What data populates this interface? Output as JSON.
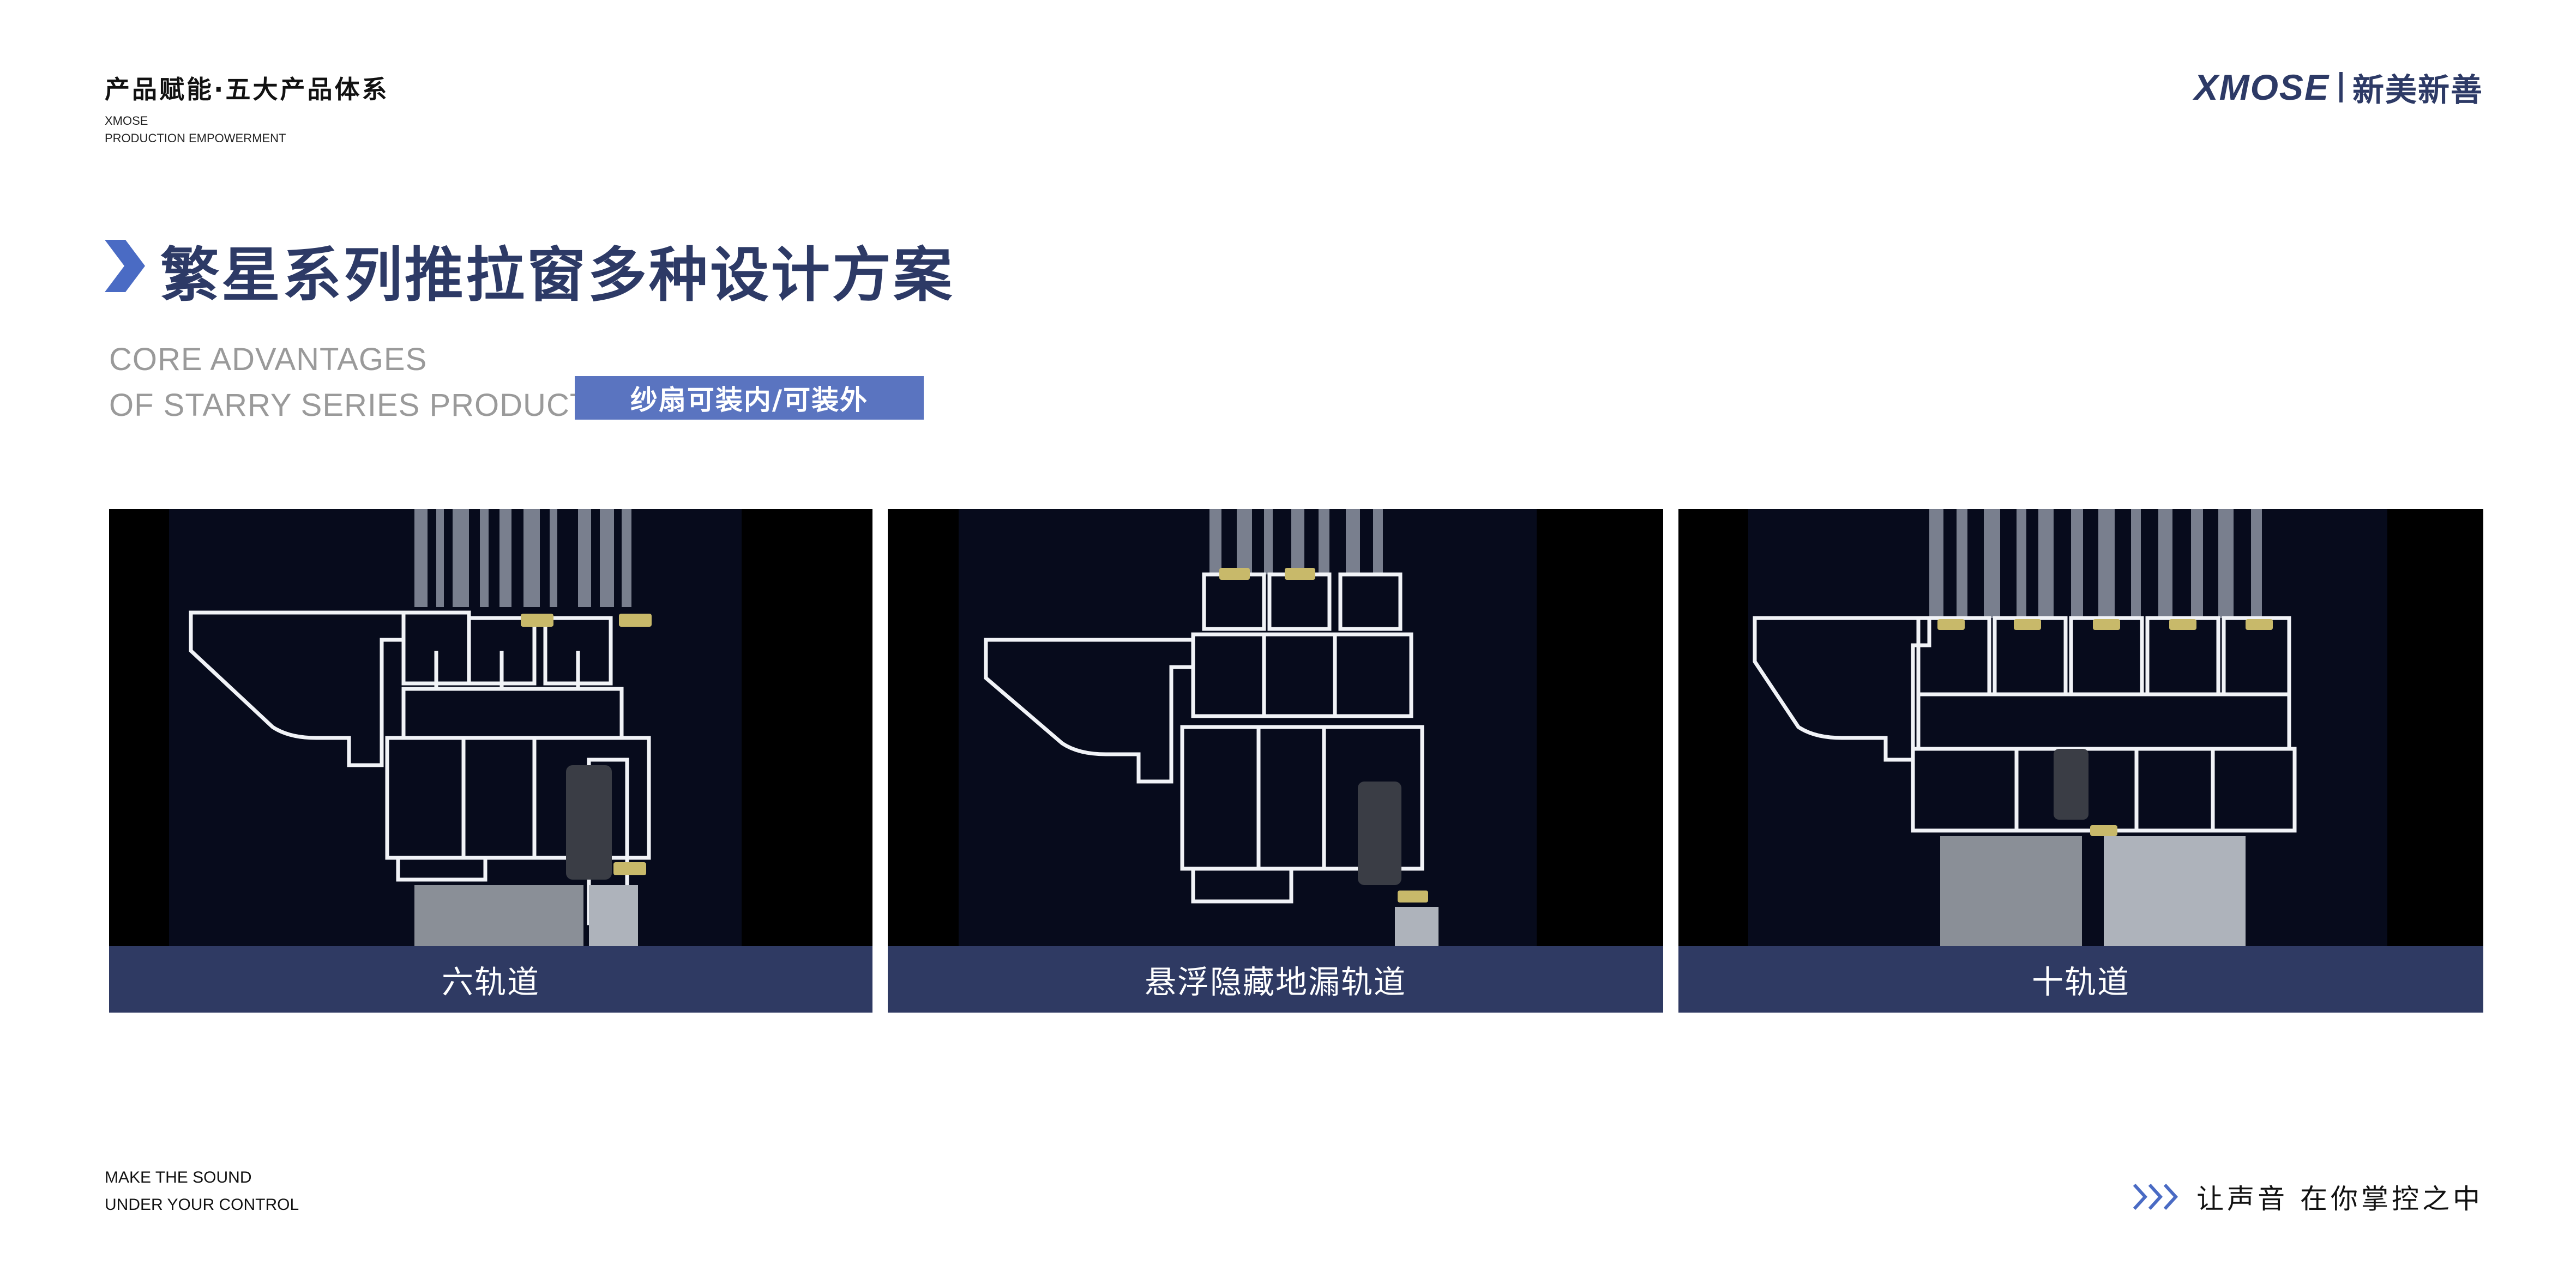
{
  "header": {
    "section_title": "产品赋能·五大产品体系",
    "section_sub_line1": "XMOSE",
    "section_sub_line2": "PRODUCTION EMPOWERMENT",
    "brand_latin": "XMOSE",
    "brand_cn": "新美新善"
  },
  "title": {
    "main": "繁星系列推拉窗多种设计方案",
    "en_line1": "CORE ADVANTAGES",
    "en_line2": "OF STARRY SERIES PRODUCTS",
    "tag": "纱扇可装内/可装外"
  },
  "cards": [
    {
      "caption": "六轨道"
    },
    {
      "caption": "悬浮隐藏地漏轨道"
    },
    {
      "caption": "十轨道"
    }
  ],
  "footer": {
    "slogan_en_line1": "MAKE THE SOUND",
    "slogan_en_line2": "UNDER YOUR CONTROL",
    "slogan_cn": "让声音 在你掌控之中"
  },
  "colors": {
    "navy": "#2d3a66",
    "caption_bg": "#2f3a63",
    "tag_bg": "#5a74c0",
    "gray_text": "#9a9a9a"
  }
}
